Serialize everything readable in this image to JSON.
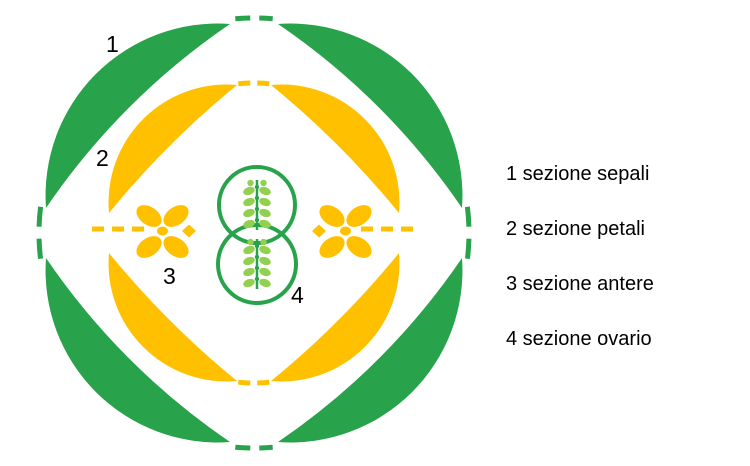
{
  "figure": {
    "type": "floral-diagram",
    "callouts": {
      "sepals": "1",
      "petals": "2",
      "anthers": "3",
      "ovary": "4"
    },
    "legend": [
      "1 sezione sepali",
      "2 sezione petali",
      "3 sezione antere",
      "4 sezione ovario"
    ],
    "colors": {
      "sepal_green": "#28A24B",
      "petal_yellow": "#FFC000",
      "ovule_light_green": "#92D050",
      "text_black": "#000000"
    }
  }
}
